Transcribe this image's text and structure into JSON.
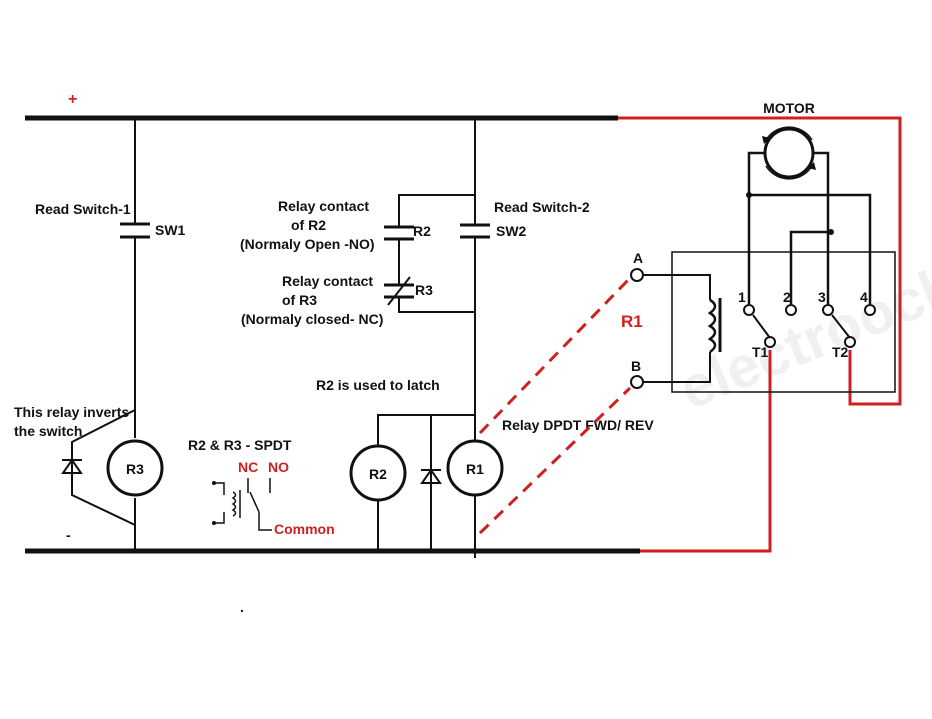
{
  "rails": {
    "positive": "+",
    "negative": "-"
  },
  "labels": {
    "sw1_name": "Read Switch-1",
    "sw1_tag": "SW1",
    "sw2_name": "Read Switch-2",
    "sw2_tag": "SW2",
    "r2_contact_line1": "Relay contact",
    "r2_contact_line2": "of R2",
    "r2_contact_line3": "(Normaly Open -NO)",
    "r2_tag": "R2",
    "r3_contact_line1": "Relay contact",
    "r3_contact_line2": "of R3",
    "r3_contact_line3": "(Normaly closed- NC)",
    "r3_tag": "R3",
    "latch_note": "R2 is used to latch",
    "inverter_line1": "This relay inverts",
    "inverter_line2": "the switch",
    "spdt_note": "R2 & R3 - SPDT",
    "nc": "NC",
    "no": "NO",
    "common": "Common",
    "relay_note": "Relay DPDT FWD/ REV",
    "coil_r3": "R3",
    "coil_r2": "R2",
    "coil_r1": "R1",
    "relay_tag": "R1",
    "terminal_a": "A",
    "terminal_b": "B",
    "motor": "MOTOR",
    "pin_1": "1",
    "pin_2": "2",
    "pin_3": "3",
    "pin_4": "4",
    "pin_t1": "T1",
    "pin_t2": "T2",
    "watermark": "electrooche",
    "stray_dot": "."
  },
  "colors": {
    "wire": "#111111",
    "red_wire": "#d01f1f"
  }
}
